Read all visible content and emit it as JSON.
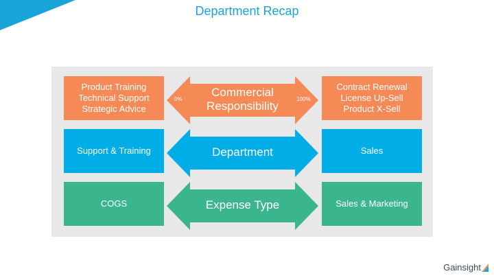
{
  "title": "Department Recap",
  "rows": [
    {
      "left": [
        "Product Training",
        "Technical Support",
        "Strategic Advice"
      ],
      "arrow": [
        "Commercial",
        "Responsibility"
      ],
      "right": [
        "Contract Renewal",
        "License Up-Sell",
        "Product X-Sell"
      ],
      "left_pct": "0%",
      "right_pct": "100%"
    },
    {
      "left": [
        "Support & Training"
      ],
      "arrow": [
        "Department"
      ],
      "right": [
        "Sales"
      ]
    },
    {
      "left": [
        "COGS"
      ],
      "arrow": [
        "Expense Type"
      ],
      "right": [
        "Sales & Marketing"
      ]
    }
  ],
  "logo": "Gainsight",
  "colors": {
    "title": "#1aa3d9",
    "orange": "#f58a57",
    "blue": "#00ade6",
    "green": "#3bb58e",
    "panel": "#e8e8e8"
  }
}
